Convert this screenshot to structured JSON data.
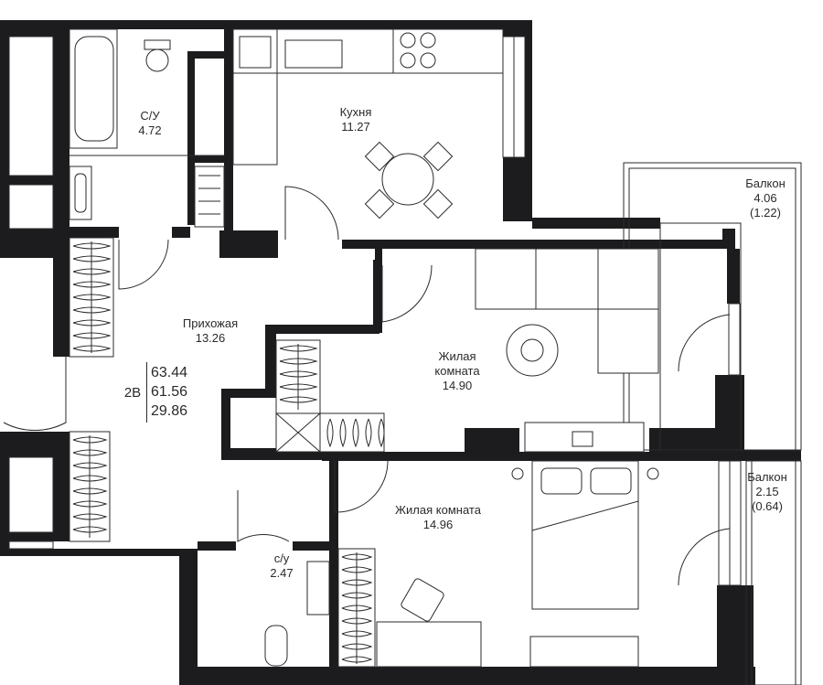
{
  "rooms": {
    "bathroom": {
      "name": "С/У",
      "area": "4.72"
    },
    "kitchen": {
      "name": "Кухня",
      "area": "11.27"
    },
    "hallway": {
      "name": "Прихожая",
      "area": "13.26"
    },
    "living1": {
      "name_line1": "Жилая",
      "name_line2": "комната",
      "area": "14.90"
    },
    "living2": {
      "name": "Жилая комната",
      "area": "14.96"
    },
    "wc": {
      "name": "с/у",
      "area": "2.47"
    },
    "balcony1": {
      "name": "Балкон",
      "area": "4.06",
      "area_reduced": "(1.22)"
    },
    "balcony2": {
      "name": "Балкон",
      "area": "2.15",
      "area_reduced": "(0.64)"
    }
  },
  "apartment": {
    "type": "2В",
    "area_total": "63.44",
    "area_living_total": "61.56",
    "area_living": "29.86"
  },
  "colors": {
    "wall": "#1c1c1e",
    "line": "#2a2a2a",
    "background": "#ffffff"
  }
}
